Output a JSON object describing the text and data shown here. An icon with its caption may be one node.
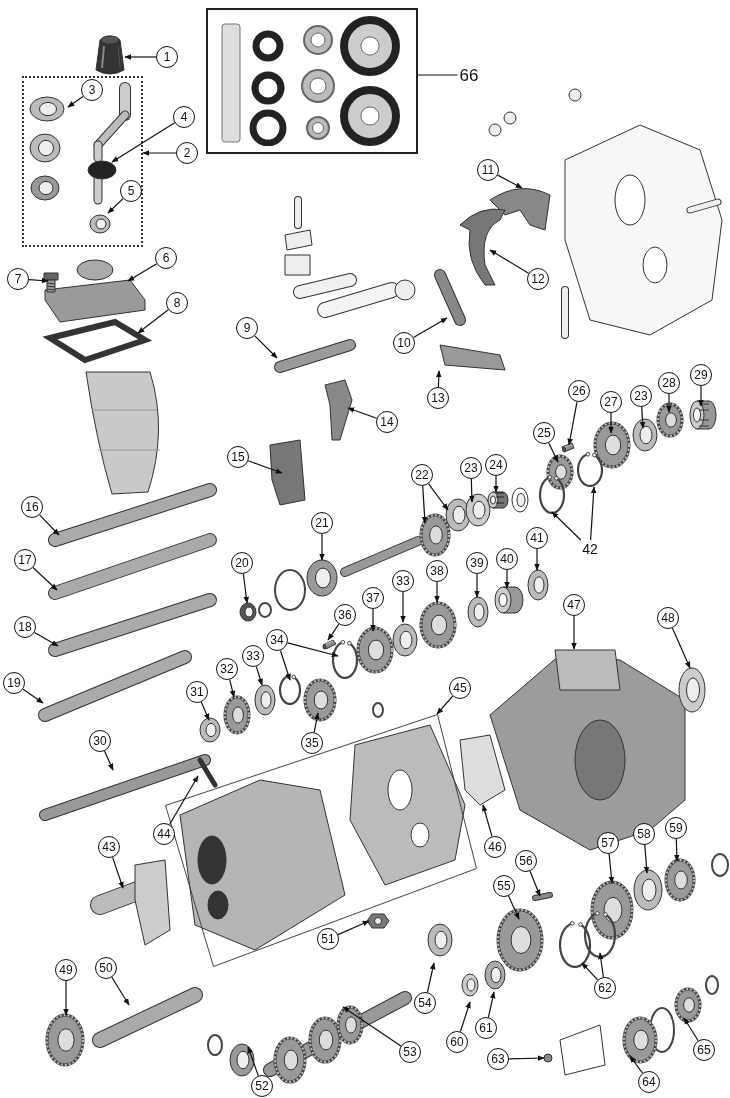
{
  "diagram": {
    "nodes": [
      {
        "text": [],
        "shape": "box"
      },
      {
        "text": [
          "66"
        ]
      },
      {
        "text": [
          "1"
        ]
      },
      {
        "text": [],
        "shape": "box"
      },
      {
        "text": [
          "2"
        ]
      },
      {
        "text": [
          "3"
        ],
        "in": 3
      },
      {
        "text": [
          "4"
        ]
      },
      {
        "text": [
          "5"
        ],
        "in": 3
      },
      {
        "text": [
          "6"
        ]
      },
      {
        "text": [
          "7"
        ]
      },
      {
        "text": [
          "8"
        ]
      },
      {
        "text": [
          "9"
        ]
      },
      {
        "text": [
          "10"
        ]
      },
      {
        "text": [
          "11"
        ]
      },
      {
        "text": [
          "12"
        ]
      },
      {
        "text": [
          "13"
        ]
      },
      {
        "text": [
          "14"
        ]
      },
      {
        "text": [
          "15"
        ]
      },
      {
        "text": [
          "16"
        ]
      },
      {
        "text": [
          "17"
        ]
      },
      {
        "text": [
          "18"
        ]
      },
      {
        "text": [
          "19"
        ]
      },
      {
        "text": [
          "20"
        ]
      },
      {
        "text": [
          "21"
        ]
      },
      {
        "text": [
          "22"
        ]
      },
      {
        "text": [
          "23"
        ]
      },
      {
        "text": [
          "23"
        ]
      },
      {
        "text": [
          "24"
        ]
      },
      {
        "text": [
          "25"
        ]
      },
      {
        "text": [
          "26"
        ]
      },
      {
        "text": [
          "27"
        ]
      },
      {
        "text": [
          "28"
        ]
      },
      {
        "text": [
          "29"
        ]
      },
      {
        "text": [
          "30"
        ]
      },
      {
        "text": [
          "31"
        ]
      },
      {
        "text": [
          "32"
        ]
      },
      {
        "text": [
          "33"
        ]
      },
      {
        "text": [
          "33"
        ]
      },
      {
        "text": [
          "34"
        ]
      },
      {
        "text": [
          "35"
        ]
      },
      {
        "text": [
          "36"
        ]
      },
      {
        "text": [
          "37"
        ]
      },
      {
        "text": [
          "38"
        ]
      },
      {
        "text": [
          "39"
        ]
      },
      {
        "text": [
          "40"
        ]
      },
      {
        "text": [
          "41"
        ]
      },
      {
        "text": [
          "42"
        ]
      },
      {
        "text": [
          "43"
        ]
      },
      {
        "text": [
          "44"
        ]
      },
      {
        "text": [],
        "shape": "box"
      },
      {
        "text": [
          "45"
        ]
      },
      {
        "text": [
          "46"
        ]
      },
      {
        "text": [
          "47"
        ]
      },
      {
        "text": [
          "48"
        ]
      },
      {
        "text": [
          "49"
        ]
      },
      {
        "text": [
          "50"
        ]
      },
      {
        "text": [
          "51"
        ]
      },
      {
        "text": [
          "52"
        ]
      },
      {
        "text": [
          "53"
        ]
      },
      {
        "text": [
          "54"
        ]
      },
      {
        "text": [
          "55"
        ]
      },
      {
        "text": [
          "56"
        ]
      },
      {
        "text": [
          "57"
        ]
      },
      {
        "text": [
          "58"
        ]
      },
      {
        "text": [
          "59"
        ]
      },
      {
        "text": [
          "60"
        ]
      },
      {
        "text": [
          "61"
        ]
      },
      {
        "text": [
          "62"
        ]
      },
      {
        "text": [
          "63"
        ]
      },
      {
        "text": [
          "64"
        ]
      },
      {
        "text": [
          "65"
        ]
      },
      {
        "text": [],
        "shape": "picture"
      },
      {
        "text": [],
        "shape": "picture",
        "in": 3
      },
      {
        "text": [],
        "shape": "picture",
        "in": 3
      },
      {
        "text": [],
        "shape": "picture",
        "in": 3
      },
      {
        "text": [],
        "shape": "picture"
      },
      {
        "text": [],
        "shape": "picture"
      },
      {
        "text": [],
        "shape": "picture"
      },
      {
        "text": [],
        "shape": "picture"
      },
      {
        "text": [],
        "shape": "picture"
      },
      {
        "text": [],
        "shape": "picture"
      },
      {
        "text": [],
        "shape": "picture"
      },
      {
        "text": [],
        "shape": "picture"
      },
      {
        "text": [],
        "shape": "picture"
      },
      {
        "text": [],
        "shape": "picture"
      },
      {
        "text": [],
        "shape": "picture"
      },
      {
        "text": [],
        "shape": "picture"
      },
      {
        "text": [],
        "shape": "picture"
      },
      {
        "text": [],
        "shape": "picture"
      },
      {
        "text": [],
        "shape": "picture"
      },
      {
        "text": [],
        "shape": "picture"
      },
      {
        "text": [],
        "shape": "picture"
      },
      {
        "text": [],
        "shape": "picture"
      },
      {
        "text": [],
        "shape": "picture"
      },
      {
        "text": [],
        "shape": "picture"
      },
      {
        "text": [],
        "shape": "cylinder"
      },
      {
        "text": [],
        "shape": "picture"
      },
      {
        "text": [],
        "shape": "picture"
      },
      {
        "text": [],
        "shape": "picture"
      },
      {
        "text": [],
        "shape": "picture"
      },
      {
        "text": [],
        "shape": "cylinder"
      },
      {
        "text": [],
        "shape": "picture"
      },
      {
        "text": [],
        "shape": "picture"
      },
      {
        "text": [],
        "shape": "picture"
      },
      {
        "text": [],
        "shape": "picture"
      },
      {
        "text": [],
        "shape": "picture"
      },
      {
        "text": [],
        "shape": "picture"
      },
      {
        "text": [],
        "shape": "picture"
      },
      {
        "text": [],
        "shape": "picture"
      },
      {
        "text": [],
        "shape": "picture"
      },
      {
        "text": [],
        "shape": "picture"
      },
      {
        "text": [],
        "shape": "picture"
      },
      {
        "text": [],
        "shape": "picture"
      },
      {
        "text": [],
        "shape": "cylinder"
      },
      {
        "text": [],
        "shape": "picture"
      },
      {
        "text": [],
        "shape": "picture"
      },
      {
        "text": [],
        "shape": "picture"
      },
      {
        "text": [],
        "shape": "picture"
      },
      {
        "text": [],
        "shape": "picture"
      },
      {
        "text": [],
        "shape": "picture"
      },
      {
        "text": [],
        "shape": "picture"
      },
      {
        "text": [],
        "shape": "picture"
      },
      {
        "text": [],
        "shape": "picture"
      },
      {
        "text": [],
        "shape": "picture"
      },
      {
        "text": [],
        "shape": "picture"
      },
      {
        "text": [],
        "shape": "picture"
      },
      {
        "text": [],
        "shape": "picture"
      },
      {
        "text": [],
        "shape": "picture"
      },
      {
        "text": [],
        "shape": "picture"
      },
      {
        "text": [],
        "shape": "picture"
      },
      {
        "text": [],
        "shape": "picture"
      },
      {
        "text": [],
        "shape": "picture"
      },
      {
        "text": [],
        "shape": "picture"
      },
      {
        "text": [],
        "shape": "picture"
      },
      {
        "text": [],
        "shape": "picture"
      },
      {
        "text": [],
        "shape": "picture"
      },
      {
        "text": [],
        "shape": "picture"
      },
      {
        "text": [],
        "shape": "circle"
      },
      {
        "text": [],
        "shape": "picture"
      },
      {
        "text": [],
        "shape": "picture"
      }
    ],
    "edges": [
      {
        "from": 1,
        "to": 0,
        "arrow": "none"
      },
      {
        "from": 2,
        "to": 71,
        "arrow": "to"
      },
      {
        "from": 4,
        "to": 3,
        "arrow": "to"
      },
      {
        "from": 5,
        "to": 72,
        "arrow": "to"
      },
      {
        "from": 6,
        "to": 73,
        "arrow": "to"
      },
      {
        "from": 7,
        "to": 74,
        "arrow": "to"
      },
      {
        "from": 8,
        "to": 75,
        "arrow": "to"
      },
      {
        "from": 9,
        "to": 76,
        "arrow": "to"
      },
      {
        "from": 10,
        "to": 77,
        "arrow": "to"
      },
      {
        "from": 11,
        "to": 78,
        "arrow": "to"
      },
      {
        "from": 12,
        "to": 79,
        "arrow": "to"
      },
      {
        "from": 13,
        "to": 80,
        "arrow": "to"
      },
      {
        "from": 14,
        "to": 81,
        "arrow": "to"
      },
      {
        "from": 15,
        "to": 82,
        "arrow": "to"
      },
      {
        "from": 16,
        "to": 83,
        "arrow": "to"
      },
      {
        "from": 17,
        "to": 84,
        "arrow": "to"
      },
      {
        "from": 18,
        "to": 85,
        "arrow": "to"
      },
      {
        "from": 19,
        "to": 86,
        "arrow": "to"
      },
      {
        "from": 20,
        "to": 87,
        "arrow": "to"
      },
      {
        "from": 21,
        "to": 88,
        "arrow": "to"
      },
      {
        "from": 22,
        "to": 89,
        "arrow": "to"
      },
      {
        "from": 23,
        "to": 90,
        "arrow": "to"
      },
      {
        "from": 24,
        "to": 91,
        "arrow": "to"
      },
      {
        "from": 24,
        "to": 92,
        "arrow": "to"
      },
      {
        "from": 25,
        "to": 93,
        "arrow": "to"
      },
      {
        "from": 26,
        "to": 94,
        "arrow": "to"
      },
      {
        "from": 27,
        "to": 95,
        "arrow": "to"
      },
      {
        "from": 28,
        "to": 96,
        "arrow": "to"
      },
      {
        "from": 29,
        "to": 97,
        "arrow": "to"
      },
      {
        "from": 30,
        "to": 98,
        "arrow": "to"
      },
      {
        "from": 31,
        "to": 99,
        "arrow": "to"
      },
      {
        "from": 32,
        "to": 100,
        "arrow": "to"
      },
      {
        "from": 33,
        "to": 101,
        "arrow": "to"
      },
      {
        "from": 34,
        "to": 102,
        "arrow": "to"
      },
      {
        "from": 35,
        "to": 103,
        "arrow": "to"
      },
      {
        "from": 36,
        "to": 104,
        "arrow": "to"
      },
      {
        "from": 37,
        "to": 105,
        "arrow": "to"
      },
      {
        "from": 38,
        "to": 106,
        "arrow": "to"
      },
      {
        "from": 38,
        "to": 107,
        "arrow": "to"
      },
      {
        "from": 39,
        "to": 108,
        "arrow": "to"
      },
      {
        "from": 40,
        "to": 109,
        "arrow": "to"
      },
      {
        "from": 41,
        "to": 110,
        "arrow": "to"
      },
      {
        "from": 42,
        "to": 111,
        "arrow": "to"
      },
      {
        "from": 43,
        "to": 112,
        "arrow": "to"
      },
      {
        "from": 44,
        "to": 113,
        "arrow": "to"
      },
      {
        "from": 45,
        "to": 114,
        "arrow": "to"
      },
      {
        "from": 46,
        "to": 115,
        "arrow": "to"
      },
      {
        "from": 46,
        "to": 116,
        "arrow": "to"
      },
      {
        "from": 47,
        "to": 117,
        "arrow": "to"
      },
      {
        "from": 48,
        "to": 118,
        "arrow": "to"
      },
      {
        "from": 50,
        "to": 49,
        "arrow": "to"
      },
      {
        "from": 51,
        "to": 119,
        "arrow": "to"
      },
      {
        "from": 52,
        "to": 120,
        "arrow": "to"
      },
      {
        "from": 53,
        "to": 121,
        "arrow": "to"
      },
      {
        "from": 54,
        "to": 122,
        "arrow": "to"
      },
      {
        "from": 55,
        "to": 123,
        "arrow": "to"
      },
      {
        "from": 56,
        "to": 124,
        "arrow": "to"
      },
      {
        "from": 57,
        "to": 125,
        "arrow": "to"
      },
      {
        "from": 58,
        "to": 126,
        "arrow": "to"
      },
      {
        "from": 59,
        "to": 127,
        "arrow": "to"
      },
      {
        "from": 60,
        "to": 128,
        "arrow": "to"
      },
      {
        "from": 61,
        "to": 129,
        "arrow": "to"
      },
      {
        "from": 62,
        "to": 130,
        "arrow": "to"
      },
      {
        "from": 63,
        "to": 131,
        "arrow": "to"
      },
      {
        "from": 64,
        "to": 132,
        "arrow": "to"
      },
      {
        "from": 65,
        "to": 133,
        "arrow": "to"
      },
      {
        "from": 66,
        "to": 134,
        "arrow": "to"
      },
      {
        "from": 67,
        "to": 135,
        "arrow": "to"
      },
      {
        "from": 67,
        "to": 136,
        "arrow": "to"
      },
      {
        "from": 68,
        "to": 137,
        "arrow": "to"
      },
      {
        "from": 69,
        "to": 138,
        "arrow": "to"
      },
      {
        "from": 70,
        "to": 139,
        "arrow": "to"
      }
    ]
  }
}
